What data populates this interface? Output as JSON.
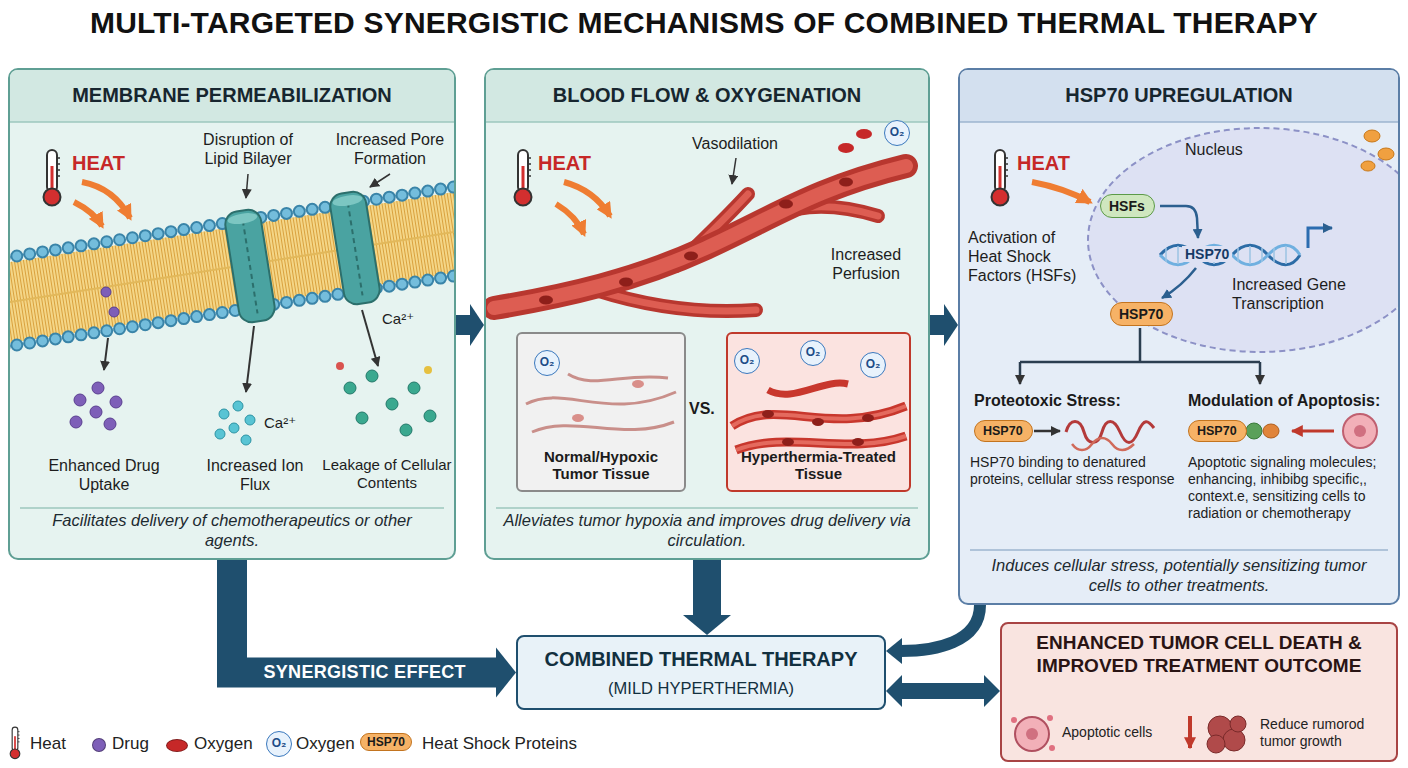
{
  "diagram": {
    "title": "MULTI-TARGETED SYNERGISTIC MECHANISMS OF COMBINED THERMAL THERAPY",
    "nodes": [
      {
        "text": [
          "MEMBRANE PERMEABILIZATION",
          "Facilitates delivery of chemotherapeutics or other agents."
        ]
      },
      {
        "text": [
          "BLOOD FLOW & OXYGENATION",
          "Alleviates tumor hypoxia and improves drug delivery via circulation."
        ]
      },
      {
        "text": [
          "Normal/Hypoxic Tumor Tissue"
        ],
        "in": 1
      },
      {
        "text": [
          "Hyperthermia-Treated Tissue"
        ],
        "in": 1
      },
      {
        "text": [
          "HSP70 UPREGULATION",
          "Induces cellular stress, potentially sensitizing tumor cells to other treatments."
        ]
      },
      {
        "text": [
          "HSFs"
        ],
        "in": 4
      },
      {
        "text": [
          "HSP70"
        ],
        "in": 4
      },
      {
        "text": [
          "HSP70"
        ],
        "in": 4
      },
      {
        "text": [
          "HSP70"
        ],
        "in": 4
      },
      {
        "text": [
          "COMBINED THERMAL THERAPY",
          "(MILD HYPERTHERMIA)"
        ]
      },
      {
        "text": [
          "ENHANCED TUMOR CELL DEATH & IMPROVED TREATMENT OUTCOME",
          "Apoptotic cells",
          "Reduce rumorod tumor growth"
        ]
      }
    ],
    "edges": [
      {
        "from": 0,
        "to": 1,
        "arrow": "to"
      },
      {
        "from": 1,
        "to": 4,
        "arrow": "to"
      },
      {
        "from": 0,
        "to": 9,
        "label": "SYNERGISTIC EFFECT",
        "arrow": "to"
      },
      {
        "from": 1,
        "to": 9,
        "arrow": "to"
      },
      {
        "from": 4,
        "to": 9,
        "arrow": "to"
      },
      {
        "from": 9,
        "to": 10,
        "arrow": "both"
      }
    ],
    "labels": [
      "HEAT",
      "Disruption of Lipid Bilayer",
      "Increased Pore Formation",
      "Ca²⁺",
      "Enhanced Drug Uptake",
      "Increased Ion Flux",
      "Ca²⁺",
      "Leakage of Cellular Contents",
      "HEAT",
      "Vasodilation",
      "O₂",
      "Increased Perfusion",
      "O₂",
      "VS.",
      "O₂",
      "O₂",
      "O₂",
      "HEAT",
      "Nucleus",
      "Activation of Heat Shock Factors (HSFs)",
      "HSP70",
      "Increased Gene Transcription",
      "Proteotoxic Stress:",
      "HSP70 binding to denatured proteins, cellular stress response",
      "Modulation of Apoptosis:",
      "Apoptotic signaling molecules; enhancing, inhibibg specific,, context.e, sensitizing cells to radiation or chemotherapy",
      "O₂",
      "HSP70"
    ],
    "legend": [
      {
        "text": "Heat"
      },
      {
        "text": "Drug",
        "color": "#7e5fb8"
      },
      {
        "text": "Oxygen",
        "color": "#c62828"
      },
      {
        "text": "Oxygen"
      },
      {
        "text": "Heat Shock Proteins"
      }
    ]
  }
}
